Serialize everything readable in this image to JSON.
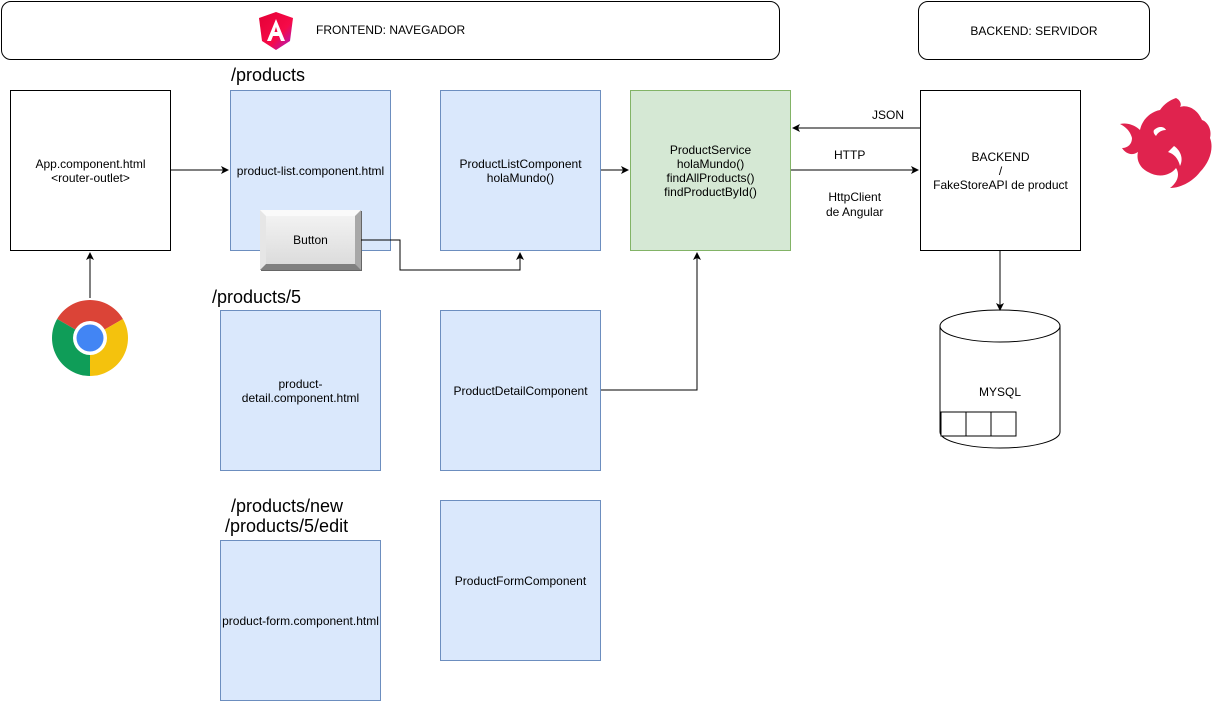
{
  "header": {
    "frontend_label": "FRONTEND: NAVEGADOR",
    "backend_label": "BACKEND: SERVIDOR",
    "angular_icon": "angular-logo-icon",
    "nest_icon": "nestjs-logo-icon"
  },
  "routes": {
    "products": "/products",
    "product_detail": "/products/5",
    "product_new": "/products/new",
    "product_edit": "/products/5/edit"
  },
  "nodes": {
    "app": "App.component.html\n<router-outlet>",
    "product_list_html": "product-list.component.html",
    "product_list_component": "ProductListComponent\nholaMundo()",
    "product_service": "ProductService\nholaMundo()\nfindAllProducts()\nfindProductById()",
    "backend": "BACKEND\n/\nFakeStoreAPI de product",
    "product_detail_html": "product-\ndetail.component.html",
    "product_detail_component": "ProductDetailComponent",
    "product_form_html": "product-form.component.html",
    "product_form_component": "ProductFormComponent",
    "button": "Button",
    "database": "MYSQL",
    "browser_icon": "chrome-logo-icon"
  },
  "edges": {
    "json": "JSON",
    "http": "HTTP",
    "httpclient": "HttpClient\nde Angular"
  },
  "colors": {
    "component_fill": "#dae8fc",
    "component_stroke": "#6c8ebf",
    "service_fill": "#d5e8d4",
    "service_stroke": "#82b366",
    "angular_brand": "#dd0031",
    "nest_brand": "#e0234e"
  }
}
